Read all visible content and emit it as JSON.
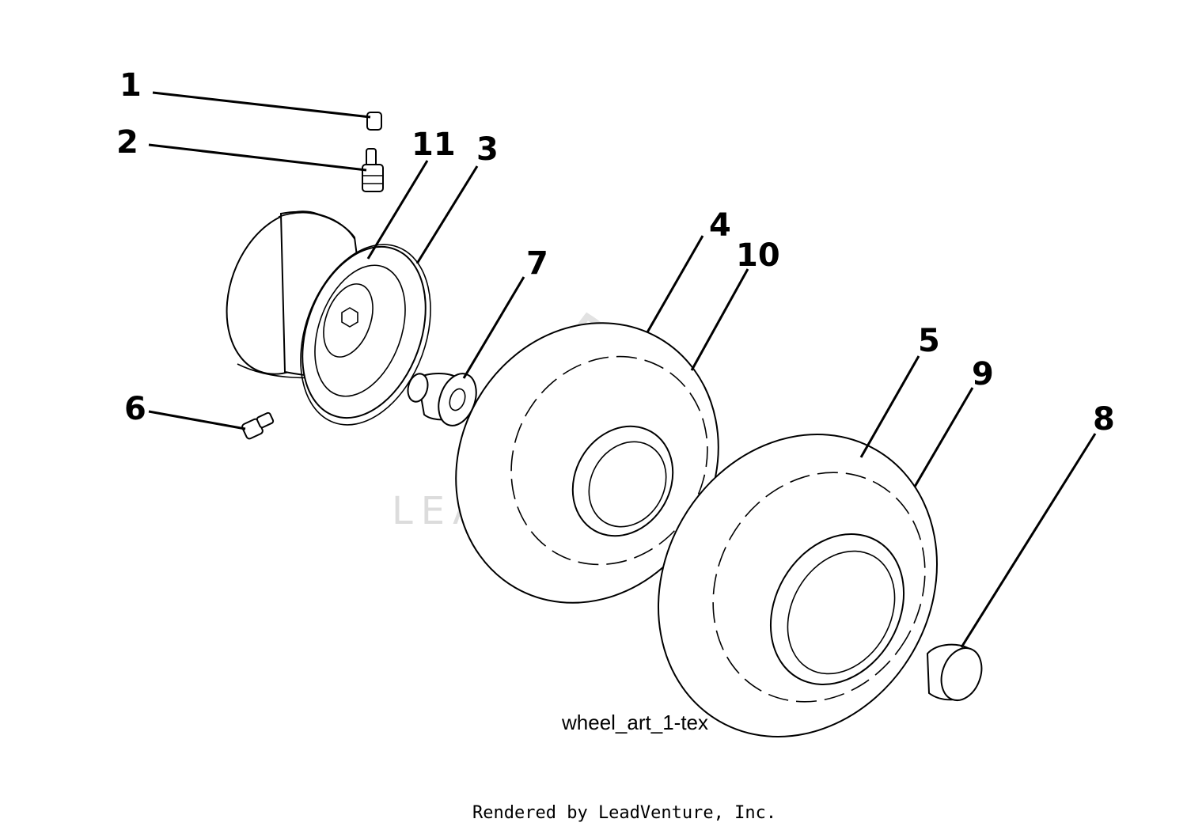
{
  "callouts": [
    {
      "id": "1",
      "label": "1"
    },
    {
      "id": "2",
      "label": "2"
    },
    {
      "id": "11",
      "label": "11"
    },
    {
      "id": "3",
      "label": "3"
    },
    {
      "id": "4",
      "label": "4"
    },
    {
      "id": "10",
      "label": "10"
    },
    {
      "id": "7",
      "label": "7"
    },
    {
      "id": "6",
      "label": "6"
    },
    {
      "id": "5",
      "label": "5"
    },
    {
      "id": "9",
      "label": "9"
    },
    {
      "id": "8",
      "label": "8"
    }
  ],
  "art_label": "wheel_art_1-tex",
  "footer": "Rendered by LeadVenture, Inc.",
  "watermark": {
    "text": "LEADVENTURE",
    "color": "#dcdcdc"
  }
}
